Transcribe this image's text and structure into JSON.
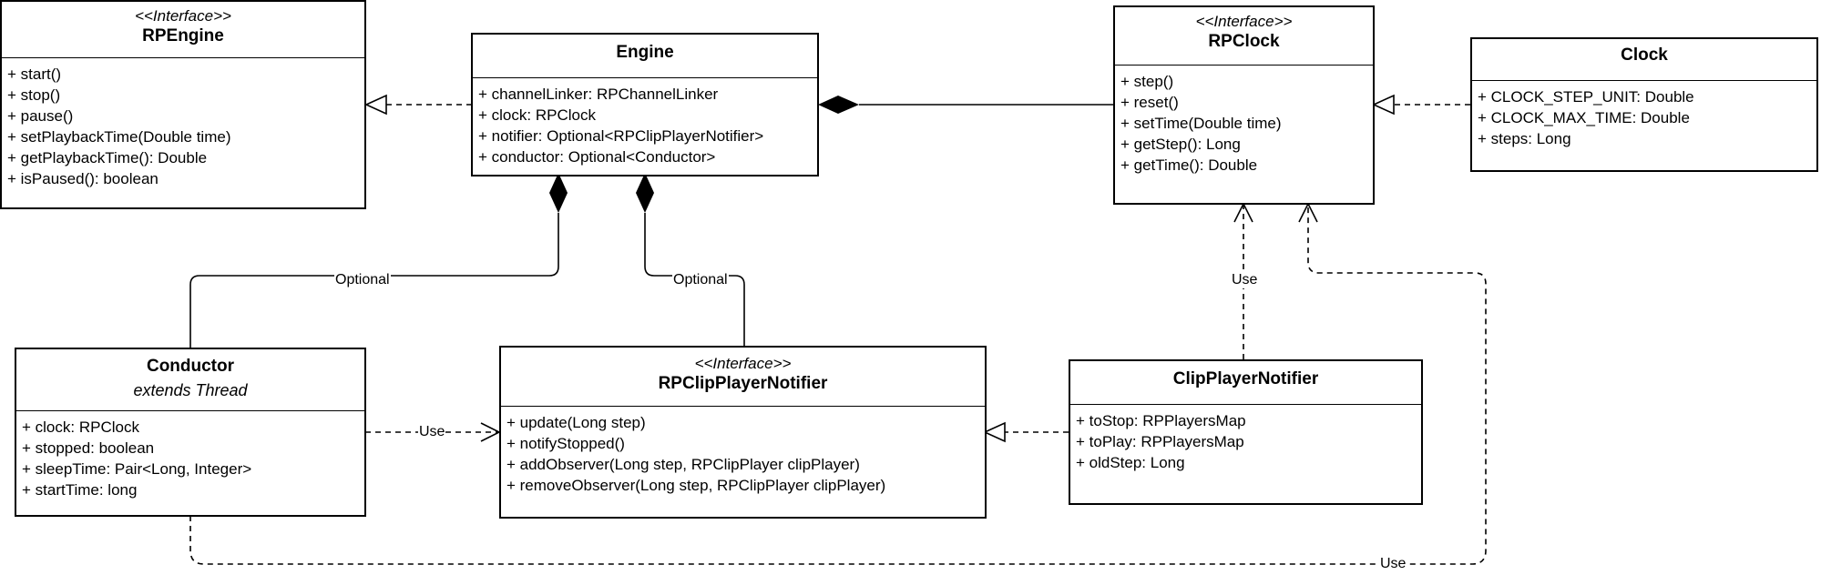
{
  "classes": {
    "rpengine": {
      "stereotype": "<<Interface>>",
      "name": "RPEngine",
      "members": [
        "+ start()",
        "+ stop()",
        "+ pause()",
        "+ setPlaybackTime(Double time)",
        "+ getPlaybackTime(): Double",
        "+ isPaused(): boolean"
      ]
    },
    "engine": {
      "name": "Engine",
      "members": [
        "+ channelLinker: RPChannelLinker",
        "+ clock: RPClock",
        "+ notifier: Optional<RPClipPlayerNotifier>",
        "+ conductor: Optional<Conductor>"
      ]
    },
    "rpclock": {
      "stereotype": "<<Interface>>",
      "name": "RPClock",
      "members": [
        "+ step()",
        "+ reset()",
        "+ setTime(Double time)",
        "+ getStep(): Long",
        "+ getTime(): Double"
      ]
    },
    "clock": {
      "name": "Clock",
      "members": [
        "+ CLOCK_STEP_UNIT: Double",
        "+ CLOCK_MAX_TIME: Double",
        "+ steps: Long"
      ]
    },
    "conductor": {
      "name": "Conductor",
      "subtitle": "extends Thread",
      "members": [
        "+ clock: RPClock",
        "+ stopped: boolean",
        "+ sleepTime: Pair<Long, Integer>",
        "+ startTime: long"
      ]
    },
    "rpclipplayernotifier": {
      "stereotype": "<<Interface>>",
      "name": "RPClipPlayerNotifier",
      "members": [
        "+ update(Long step)",
        "+ notifyStopped()",
        "+ addObserver(Long step, RPClipPlayer clipPlayer)",
        "+ removeObserver(Long step, RPClipPlayer clipPlayer)"
      ]
    },
    "clipplayernotifier": {
      "name": "ClipPlayerNotifier",
      "members": [
        "+ toStop: RPPlayersMap",
        "+ toPlay: RPPlayersMap",
        "+ oldStep: Long"
      ]
    }
  },
  "labels": {
    "conductor_optional": "Optional",
    "notifier_optional": "Optional",
    "conductor_use_notifier": "Use",
    "clipnotifier_use_clock": "Use",
    "conductor_use_clock": "Use"
  }
}
